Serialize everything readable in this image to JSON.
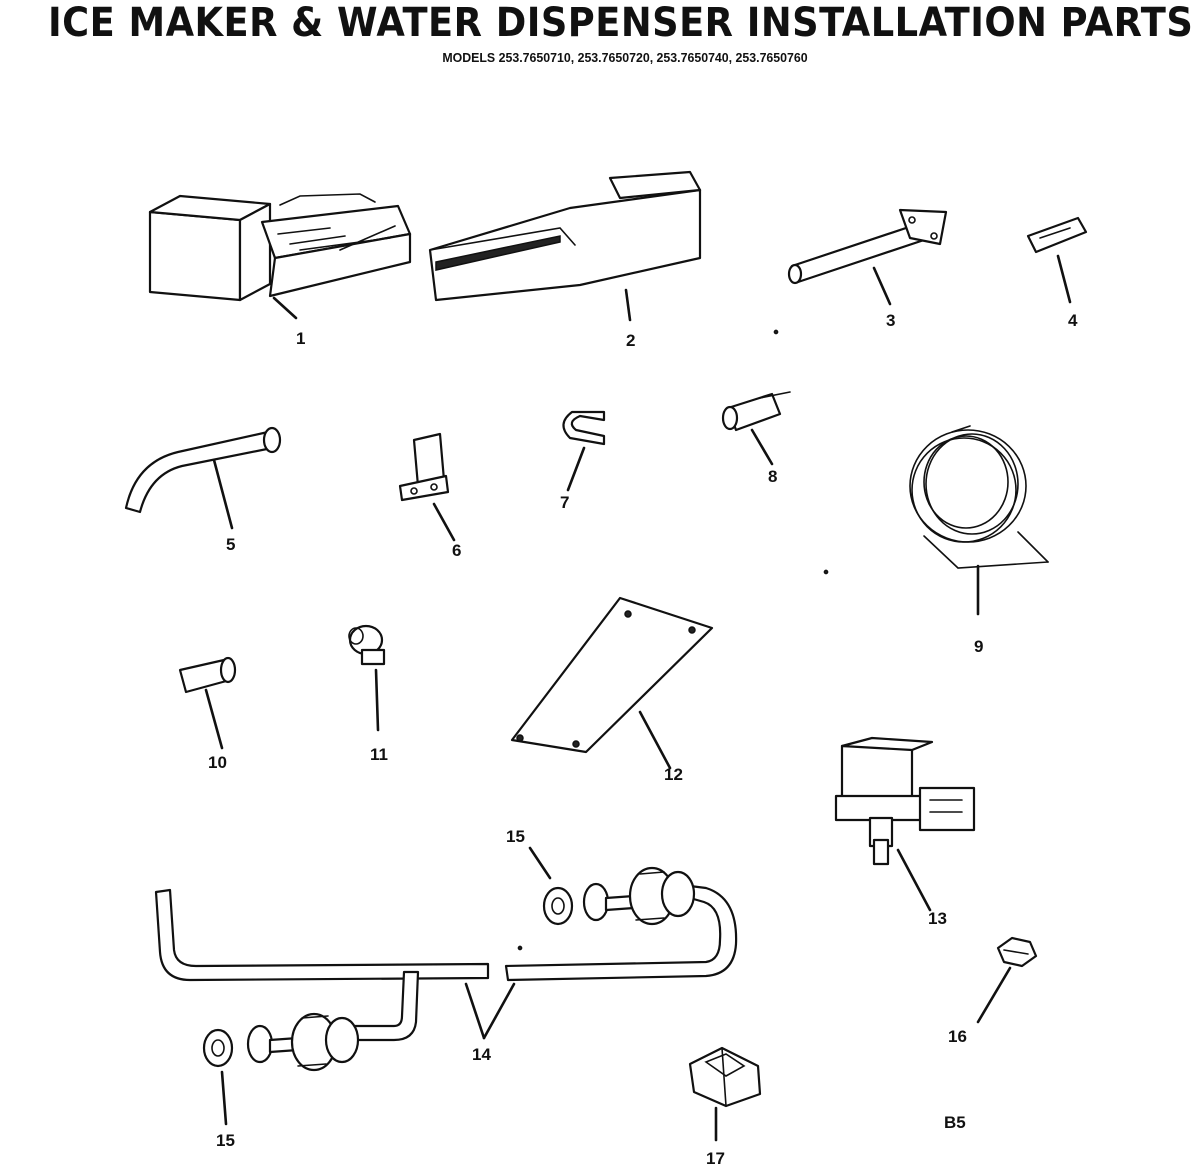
{
  "header": {
    "title": "ICE MAKER & WATER DISPENSER INSTALLATION PARTS",
    "models": "MODELS 253.7650710, 253.7650720, 253.7650740, 253.7650760"
  },
  "callouts": {
    "p1": "1",
    "p2": "2",
    "p3": "3",
    "p4": "4",
    "p5": "5",
    "p6": "6",
    "p7": "7",
    "p8": "8",
    "p9": "9",
    "p10": "10",
    "p11": "11",
    "p12": "12",
    "p13": "13",
    "p14": "14",
    "p15a": "15",
    "p15b": "15",
    "p16": "16",
    "p17": "17"
  },
  "page_code": "B5"
}
